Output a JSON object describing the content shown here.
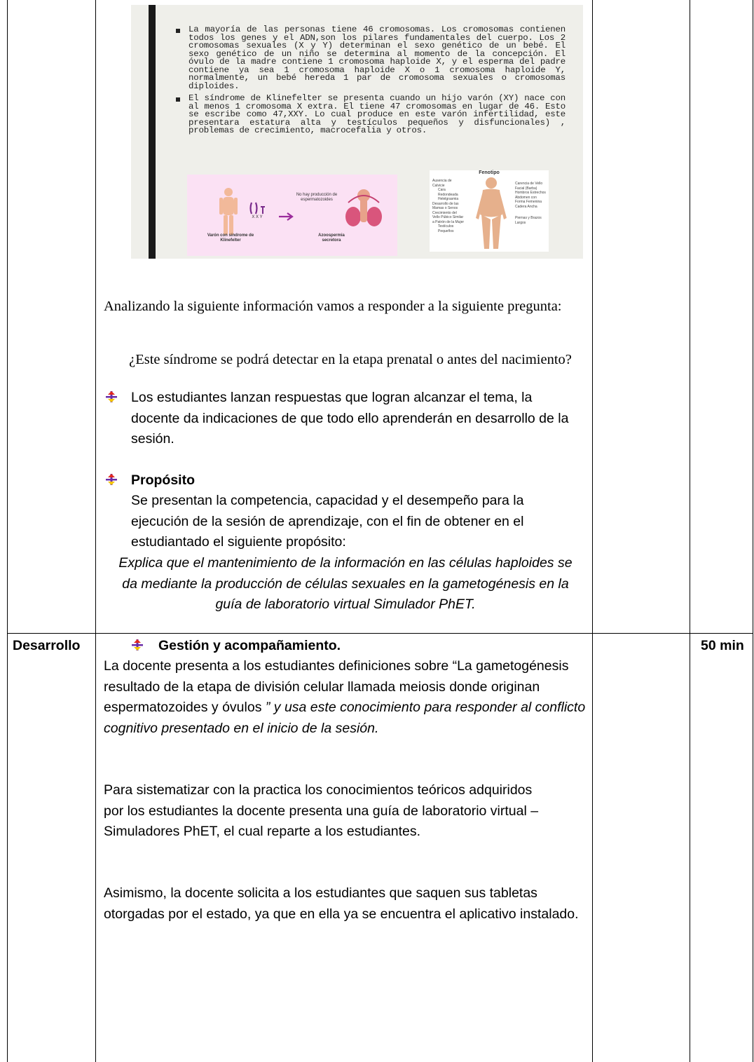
{
  "slide": {
    "bullets": [
      "La mayoría de las personas tiene 46 cromosomas. Los cromosomas contienen todos los genes y el ADN,son los pilares fundamentales del cuerpo. Los 2 cromosomas sexuales (X y Y) determinan el sexo genético de un bebé. El sexo genético de un niño se determina al momento de la concepción. El óvulo de la madre contiene  1 cromosoma haploide X, y el esperma del padre contiene ya sea 1 cromosoma haploide X o 1 cromosoma haploide Y, normalmente, un bebé hereda 1 par de cromosoma sexuales o cromosomas diploides.",
      "El síndrome de Klinefelter se presenta cuando un hijo varón (XY) nace con al menos 1 cromosoma X extra. El tiene 47 cromosomas en lugar de 46. Esto se escribe como 47,XXY. Lo cual produce en este varón infertilidad, este presentara estatura alta y testículos pequeños y disfuncionales) , problemas de crecimiento, macrocefalia y otros."
    ],
    "fig_a": {
      "caption_left": "Varón con síndrome de Klinefelter",
      "chromosomes": "X X Y",
      "top_note": "No hay producción de espermatozoides",
      "caption_right": "Azoospermia secretora"
    },
    "fig_b": {
      "title": "Fenotipo",
      "labels_left": [
        "Ausencia de Calvicie",
        "Cara Redondeada",
        "Helelgrasmia",
        "Desarrollo de las Mamas o Senos",
        "Crecimiento del Vello Púbico Similar a Patrón de la Mujer",
        "Testículos Pequeños"
      ],
      "labels_right": [
        "Carencia de Vello Facial (Barba)",
        "Hombros Estrechos",
        "Abdomen con Forma Femenina",
        "Cadera Ancha",
        "Piernas y Brazos Largos"
      ]
    }
  },
  "inicio": {
    "intro": "Analizando la siguiente información vamos a responder a la siguiente pregunta:",
    "question": "¿Este síndrome se podrá detectar en la etapa prenatal o antes del nacimiento?",
    "bullet1": "Los estudiantes lanzan respuestas que logran alcanzar el tema, la docente da indicaciones de que todo ello aprenderán en desarrollo de la sesión.",
    "proposito_title": "Propósito",
    "proposito_text": "Se presentan la competencia, capacidad y el desempeño para la ejecución de la sesión de aprendizaje, con el fin de obtener en el estudiantado el siguiente propósito:",
    "proposito_italic": "Explica que el mantenimiento de la información en las células haploides se da mediante la producción de células sexuales en la gametogénesis en la guía de laboratorio virtual Simulador PhET."
  },
  "desarrollo": {
    "row_label": "Desarrollo",
    "time": "50 min",
    "heading": "Gestión y acompañamiento.",
    "p1_normal": "La docente presenta a los estudiantes definiciones sobre “La gametogénesis resultado de la etapa de división celular llamada meiosis donde originan espermatozoides y óvulos",
    "p1_italic": " ” y usa este conocimiento para responder al conflicto cognitivo presentado en el inicio de la sesión.",
    "p2": "Para sistematizar con la practica los conocimientos teóricos adquiridos por los estudiantes la docente presenta una guía de laboratorio virtual – Simuladores PhET, el cual reparte a los estudiantes.",
    "p3": "Asimismo, la docente solicita a los estudiantes que saquen sus tabletas otorgadas por el estado, ya que en ella ya se encuentra el aplicativo instalado."
  },
  "colors": {
    "bullet_purple": "#6a2ca8",
    "bullet_red": "#e0281e",
    "bullet_yellow": "#f4c400",
    "slide_bg": "#efefea",
    "fig_pink": "#fbe1f4"
  }
}
